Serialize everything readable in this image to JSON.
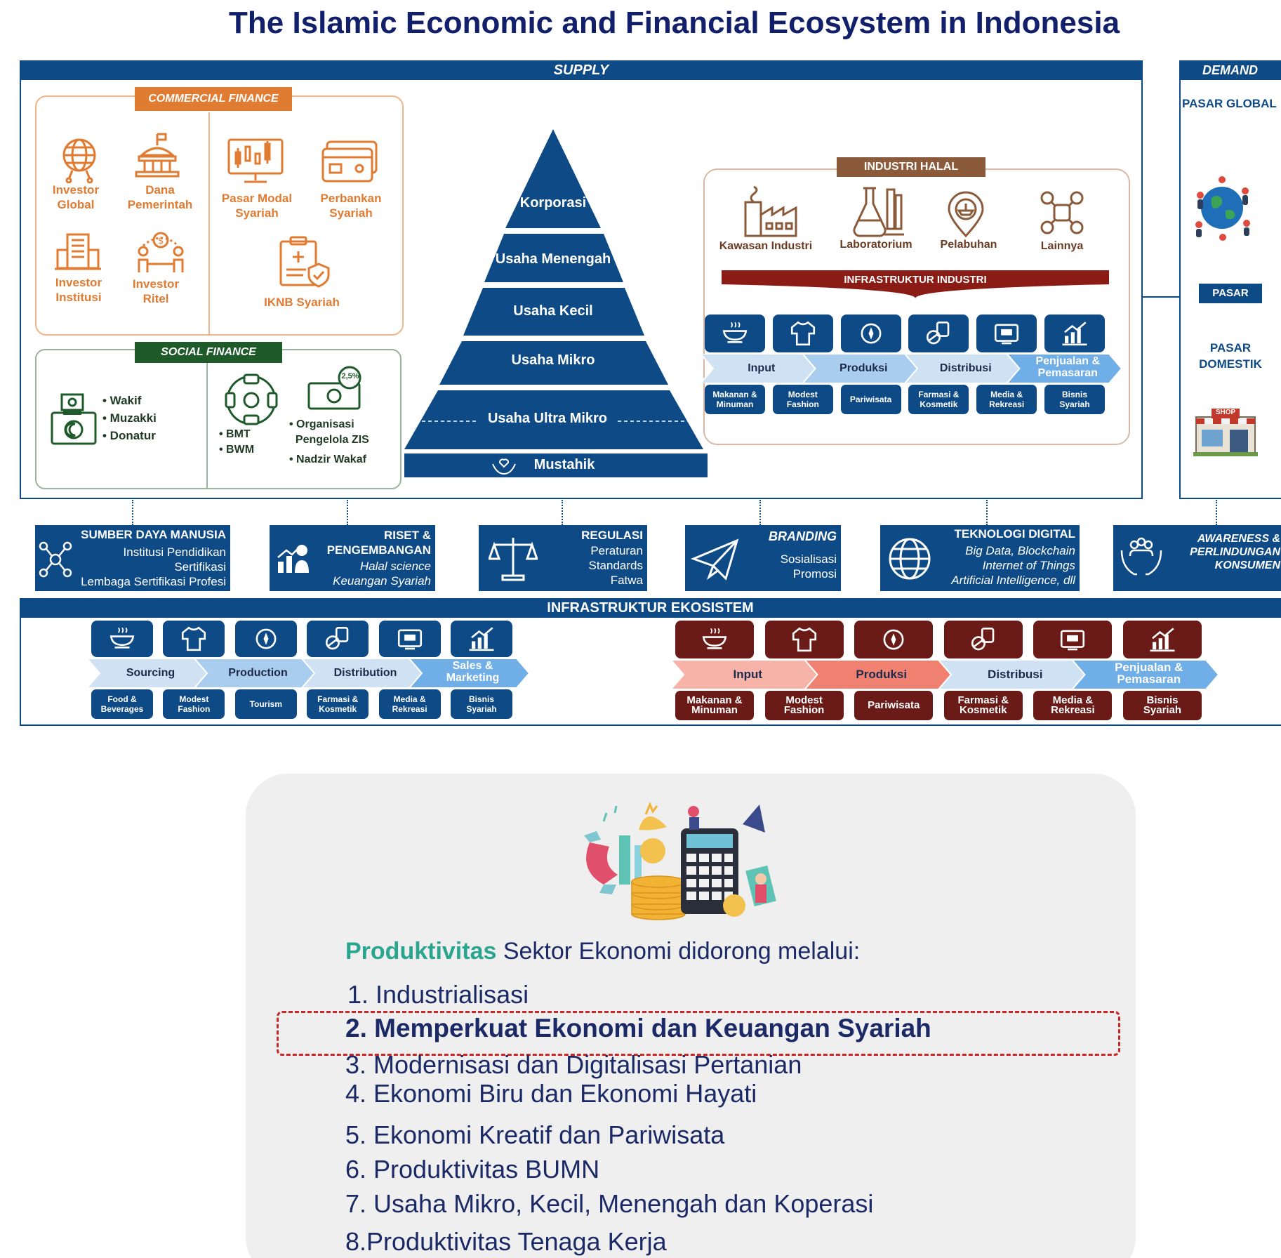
{
  "title": "The Islamic Economic and Financial Ecosystem in Indonesia",
  "supply": {
    "header": "SUPPLY",
    "commercial_finance": {
      "label": "COMMERCIAL FINANCE",
      "items": [
        "Investor\nGlobal",
        "Dana\nPemerintah",
        "Pasar Modal\nSyariah",
        "Perbankan\nSyariah",
        "Investor\nInstitusi",
        "Investor\nRitel",
        "IKNB Syariah"
      ]
    },
    "social_finance": {
      "label": "SOCIAL FINANCE",
      "list_a": "• Wakif\n• Muzakki\n• Donatur",
      "list_b": "• BMT\n• BWM",
      "list_c": "• Organisasi\n  Pengelola ZIS",
      "list_d": "• Nadzir Wakaf",
      "coin_label": "2,5%"
    },
    "pyramid": [
      "Korporasi",
      "Usaha Menengah",
      "Usaha Kecil",
      "Usaha Mikro",
      "Usaha Ultra Mikro",
      "Mustahik"
    ],
    "industri_halal": {
      "label": "INDUSTRI HALAL",
      "items": [
        "Kawasan Industri",
        "Laboratorium",
        "Pelabuhan",
        "Lainnya"
      ],
      "infra_label": "INFRASTRUKTUR INDUSTRI",
      "chain": [
        "Input",
        "Produksi",
        "Distribusi",
        "Penjualan &\nPemasaran"
      ],
      "sectors": [
        "Makanan &\nMinuman",
        "Modest\nFashion",
        "Pariwisata",
        "Farmasi &\nKosmetik",
        "Media &\nRekreasi",
        "Bisnis\nSyariah"
      ]
    }
  },
  "demand": {
    "header": "DEMAND",
    "global": "PASAR GLOBAL",
    "pasar": "PASAR",
    "domestic": "PASAR\nDOMESTIK",
    "shop": "SHOP"
  },
  "enablers": [
    {
      "title": "SUMBER DAYA MANUSIA",
      "lines": "Institusi Pendidikan\nSertifikasi\nLembaga Sertifikasi Profesi"
    },
    {
      "title": "RISET &\nPENGEMBANGAN",
      "lines": "Halal science\nKeuangan Syariah"
    },
    {
      "title": "REGULASI",
      "lines": "Peraturan\nStandards\nFatwa"
    },
    {
      "title": "BRANDING",
      "lines": "Sosialisasi\nPromosi"
    },
    {
      "title": "TEKNOLOGI DIGITAL",
      "lines": "Big Data, Blockchain\nInternet of Things\nArtificial Intelligence, dll"
    },
    {
      "title": "AWARENESS &\nPERLINDUNGAN\nKONSUMEN",
      "lines": ""
    }
  ],
  "ecosystem": {
    "header": "INFRASTRUKTUR EKOSISTEM",
    "chain_en": [
      "Sourcing",
      "Production",
      "Distribution",
      "Sales &\nMarketing"
    ],
    "sectors_en": [
      "Food &\nBeverages",
      "Modest\nFashion",
      "Tourism",
      "Farmasi &\nKosmetik",
      "Media &\nRekreasi",
      "Bisnis\nSyariah"
    ],
    "chain_id": [
      "Input",
      "Produksi",
      "Distribusi",
      "Penjualan &\nPemasaran"
    ],
    "sectors_id": [
      "Makanan &\nMinuman",
      "Modest\nFashion",
      "Pariwisata",
      "Farmasi &\nKosmetik",
      "Media &\nRekreasi",
      "Bisnis\nSyariah"
    ]
  },
  "productivity": {
    "lead_highlight": "Produktivitas",
    "lead_rest": " Sektor Ekonomi didorong melalui:",
    "items": [
      "1. Industrialisasi",
      "2.  Memperkuat Ekonomi dan Keuangan Syariah",
      "3. Modernisasi dan Digitalisasi Pertanian",
      "4. Ekonomi Biru dan Ekonomi Hayati",
      "5. Ekonomi Kreatif dan Pariwisata",
      "6. Produktivitas BUMN",
      "7. Usaha Mikro, Kecil, Menengah dan Koperasi",
      "8.Produktivitas Tenaga Kerja"
    ],
    "highlight_index": 1
  },
  "colors": {
    "navy": "#0e4a86",
    "dark_navy": "#12206b",
    "orange": "#e07b32",
    "green": "#1f5a2b",
    "brown": "#8a5a3a",
    "maroon": "#6b1b17",
    "teal": "#2aa58f",
    "chain_light": "#9cc4ea",
    "chain_salmon": "#f08a7a",
    "dashed_red": "#c62828"
  }
}
